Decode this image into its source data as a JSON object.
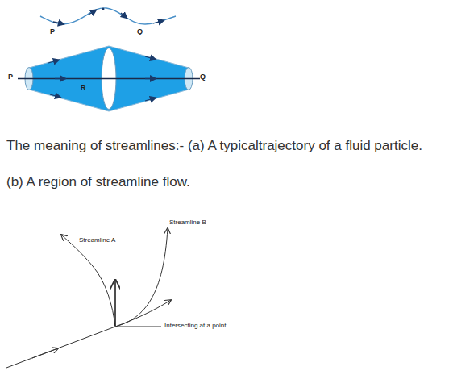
{
  "diagram": {
    "labels": [
      "P",
      "Q",
      "P",
      "R",
      "Q",
      "The meaning of streamlines:- (a) A typicaltrajectory of a fluid particle.",
      "(b) A region of streamline flow.",
      "Streamline A",
      "Streamline B",
      "Intersecting at a point"
    ]
  }
}
